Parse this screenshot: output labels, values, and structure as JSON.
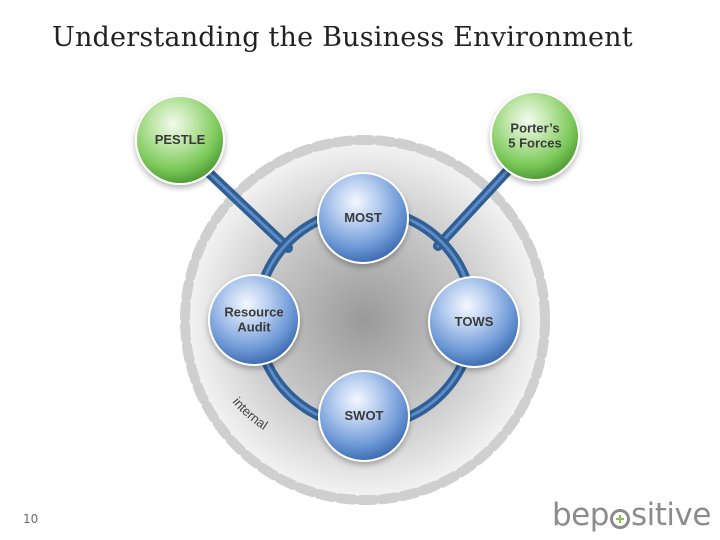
{
  "slide": {
    "title": "Understanding the Business Environment",
    "page_number": "10"
  },
  "diagram": {
    "arc_label": "internal",
    "external_nodes": [
      {
        "lines": [
          "PESTLE"
        ],
        "color": "green"
      },
      {
        "lines": [
          "Porter’s",
          "5 Forces"
        ],
        "color": "green"
      }
    ],
    "internal_nodes": [
      {
        "lines": [
          "MOST"
        ],
        "color": "blue"
      },
      {
        "lines": [
          "Resource",
          "Audit"
        ],
        "color": "blue"
      },
      {
        "lines": [
          "TOWS"
        ],
        "color": "blue"
      },
      {
        "lines": [
          "SWOT"
        ],
        "color": "blue"
      }
    ],
    "colors": {
      "external_node": "#7cc95a",
      "internal_node": "#6f9bd8",
      "connector": "#2f5f95",
      "outer_ring_dashes": "#cfcfcf"
    }
  },
  "logo": {
    "prefix": "bep",
    "suffix": "sitive",
    "accent_color": "#8cc63f"
  }
}
